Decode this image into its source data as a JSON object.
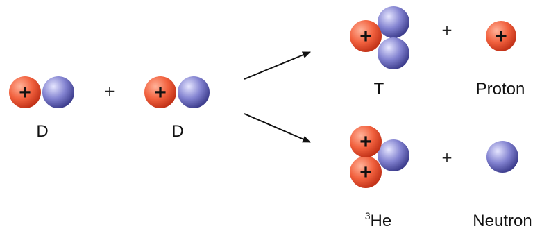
{
  "palette": {
    "proton_light": "#ffb39a",
    "proton_mid": "#f2623f",
    "proton_dark": "#c23218",
    "neutron_light": "#e6e6ff",
    "neutron_mid": "#8282d0",
    "neutron_dark": "#3e3e8e",
    "arrow": "#111111",
    "sign": "#111111"
  },
  "operators": {
    "plus_reactants": "+",
    "plus_top_products": "+",
    "plus_bottom_products": "+"
  },
  "particle_sign": "+",
  "labels": {
    "deuterium_1": "D",
    "deuterium_2": "D",
    "tritium": "T",
    "proton": "Proton",
    "helium3_mass": "3",
    "helium3_symbol": "He",
    "neutron": "Neutron"
  }
}
